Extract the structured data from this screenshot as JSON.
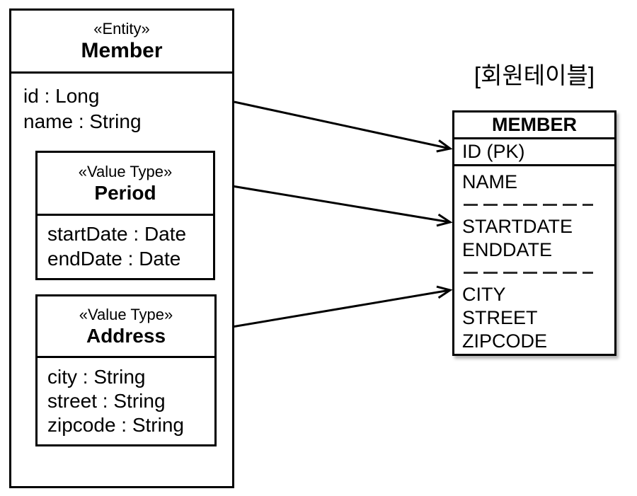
{
  "entity": {
    "stereotype": "«Entity»",
    "name": "Member",
    "attributes": [
      "id : Long",
      "name : String"
    ]
  },
  "value_types": [
    {
      "stereotype": "«Value Type»",
      "name": "Period",
      "attributes": [
        "startDate : Date",
        "endDate : Date"
      ]
    },
    {
      "stereotype": "«Value Type»",
      "name": "Address",
      "attributes": [
        "city : String",
        "street : String",
        "zipcode : String"
      ]
    }
  ],
  "table": {
    "caption": "[회원테이블]",
    "header": "MEMBER",
    "primary_key": "ID (PK)",
    "column_groups": [
      [
        "NAME"
      ],
      [
        "STARTDATE",
        "ENDDATE"
      ],
      [
        "CITY",
        "STREET",
        "ZIPCODE"
      ]
    ]
  },
  "arrows": [
    {
      "from": "Member",
      "to": "ID (PK)"
    },
    {
      "from": "Period",
      "to": "STARTDATE / ENDDATE"
    },
    {
      "from": "Address",
      "to": "CITY / STREET / ZIPCODE"
    }
  ],
  "colors": {
    "stroke": "#000000",
    "dash": "#2e2e2e",
    "background": "#ffffff",
    "text": "#000000"
  }
}
